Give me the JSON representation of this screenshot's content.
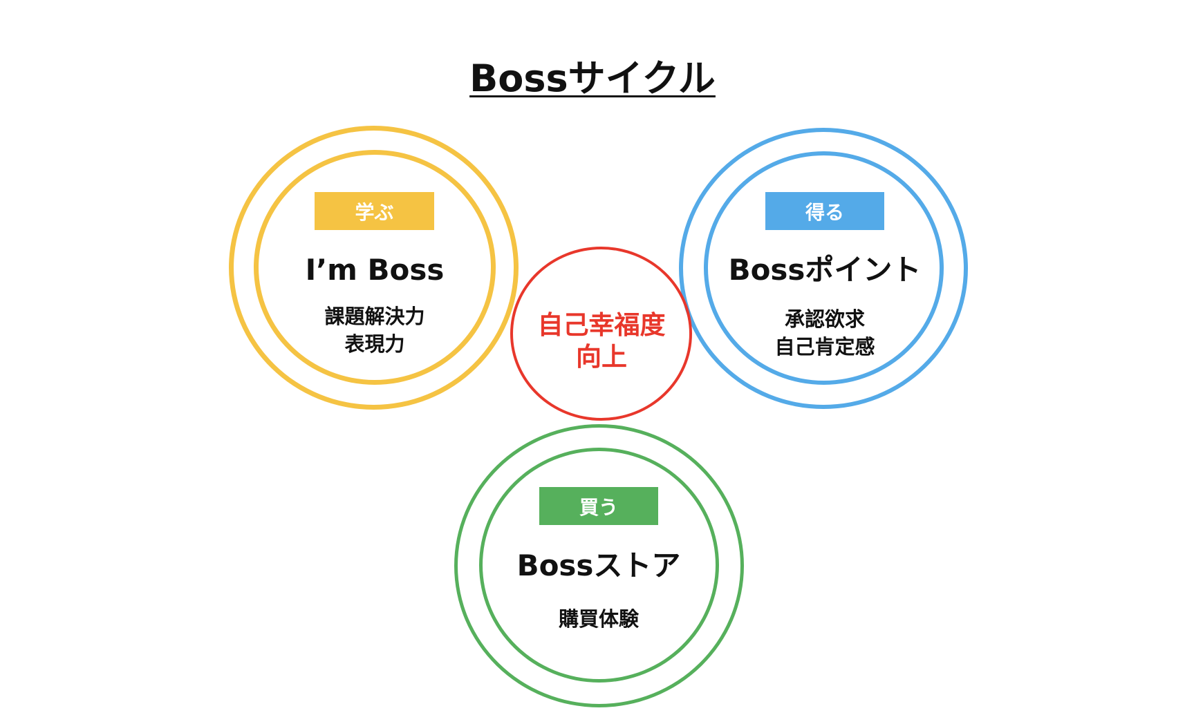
{
  "title": "Bossサイクル",
  "colors": {
    "learn": "#f5c343",
    "earn": "#54aae8",
    "buy": "#56b05c",
    "center": "#e8372b",
    "text": "#111111"
  },
  "learn": {
    "tag": "学ぶ",
    "heading": "I’m Boss",
    "lines": [
      "課題解決力",
      "表現力"
    ]
  },
  "earn": {
    "tag": "得る",
    "heading": "Bossポイント",
    "lines": [
      "承認欲求",
      "自己肯定感"
    ]
  },
  "buy": {
    "tag": "買う",
    "heading": "Bossストア",
    "lines": [
      "購買体験"
    ]
  },
  "center": {
    "lines": [
      "自己幸福度",
      "向上"
    ]
  }
}
